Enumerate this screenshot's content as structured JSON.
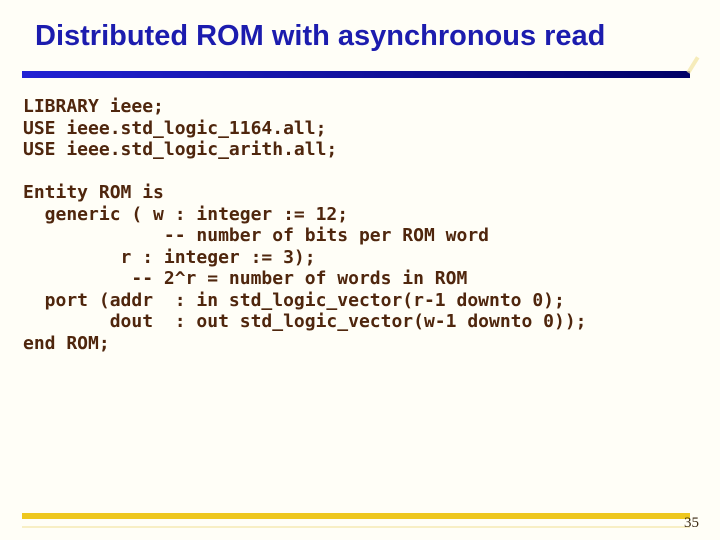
{
  "slide": {
    "title": "Distributed ROM with asynchronous read",
    "page_number": "35",
    "colors": {
      "background": "#fffef7",
      "title_text": "#1c1cae",
      "title_rule_gradient_left": "#2222d4",
      "title_rule_gradient_right": "#000066",
      "code_text": "#4f260d",
      "footer_rule": "#eec71e"
    },
    "code_lines": [
      "LIBRARY ieee;",
      "USE ieee.std_logic_1164.all;",
      "USE ieee.std_logic_arith.all;",
      "",
      "Entity ROM is",
      "  generic ( w : integer := 12;",
      "             -- number of bits per ROM word",
      "         r : integer := 3);",
      "          -- 2^r = number of words in ROM",
      "  port (addr  : in std_logic_vector(r-1 downto 0);",
      "        dout  : out std_logic_vector(w-1 downto 0));",
      "end ROM;"
    ]
  }
}
